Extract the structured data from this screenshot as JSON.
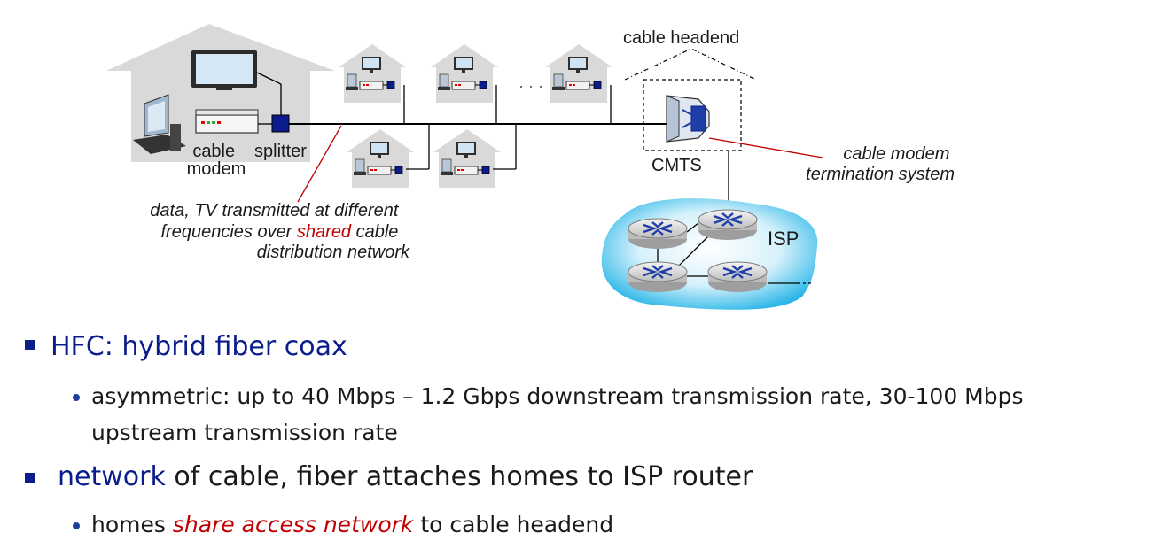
{
  "diagram": {
    "labels": {
      "cable_modem": [
        "cable",
        "modem"
      ],
      "splitter": "splitter",
      "cable_headend": "cable headend",
      "cmts": "CMTS",
      "cmts_desc": [
        "cable modem",
        "termination system"
      ],
      "isp": "ISP",
      "data_tv": [
        "data, TV transmitted at different",
        "frequencies over ",
        "shared",
        " cable",
        "distribution network"
      ],
      "ellipsis": "· · ·"
    },
    "colors": {
      "house": "#d9d9d9",
      "cable": "#000000",
      "splitter": "#0b1d8c",
      "callout": "#c00000",
      "isp_cloud": "#29b6e8"
    }
  },
  "bullets": [
    {
      "level": 1,
      "parts": [
        {
          "text": "HFC: hybrid fiber coax",
          "style": "blue"
        }
      ]
    },
    {
      "level": 2,
      "parts": [
        {
          "text": "asymmetric: up to 40 Mbps – 1.2 Gbps downstream transmission rate, 30-100 Mbps",
          "style": "plain"
        }
      ],
      "continuation": "upstream transmission rate"
    },
    {
      "level": 1,
      "parts": [
        {
          "text": "network",
          "style": "blue"
        },
        {
          "text": " of cable, fiber attaches homes to ISP router",
          "style": "plain"
        }
      ]
    },
    {
      "level": 2,
      "parts": [
        {
          "text": "homes ",
          "style": "plain"
        },
        {
          "text": "share access network",
          "style": "red-i"
        },
        {
          "text": " to cable headend",
          "style": "plain"
        }
      ]
    }
  ]
}
